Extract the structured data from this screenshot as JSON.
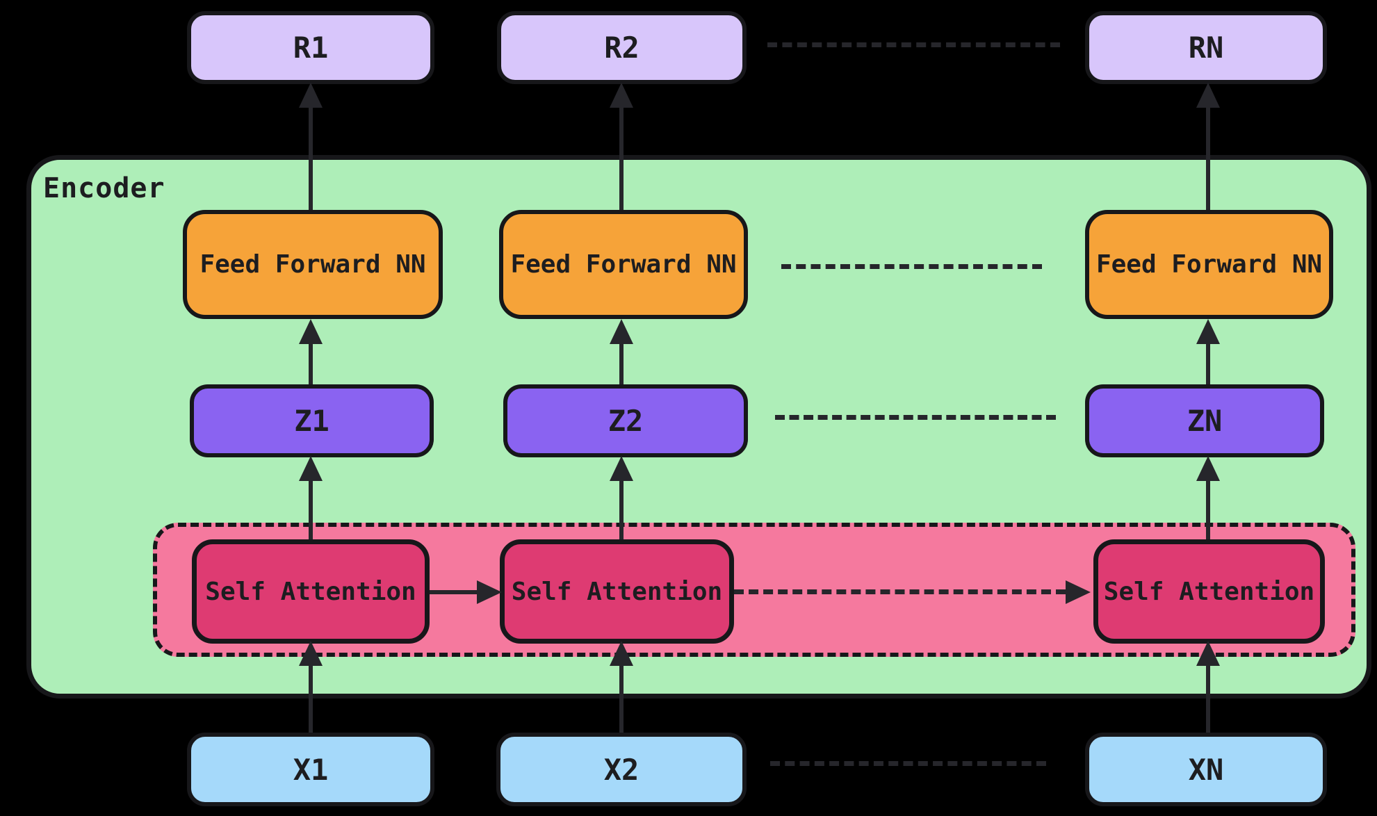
{
  "diagram": {
    "encoder_label": "Encoder",
    "outputs": [
      "R1",
      "R2",
      "RN"
    ],
    "feed_forward": [
      "Feed Forward NN",
      "Feed Forward NN",
      "Feed Forward NN"
    ],
    "hidden_states": [
      "Z1",
      "Z2",
      "ZN"
    ],
    "self_attention": [
      "Self Attention",
      "Self Attention",
      "Self Attention"
    ],
    "inputs": [
      "X1",
      "X2",
      "XN"
    ],
    "colors": {
      "canvas_bg": "#000000",
      "ink": "#26262b",
      "box_border": "#17171a",
      "text": "#1d1d20",
      "encoder_fill": "#aeeeb8",
      "output_fill": "#d8c6fb",
      "ffn_fill": "#f6a339",
      "z_fill": "#8a63f1",
      "attention_group_fill": "#f5799e",
      "attention_fill": "#de3b72",
      "input_fill": "#a5d9fa"
    }
  }
}
